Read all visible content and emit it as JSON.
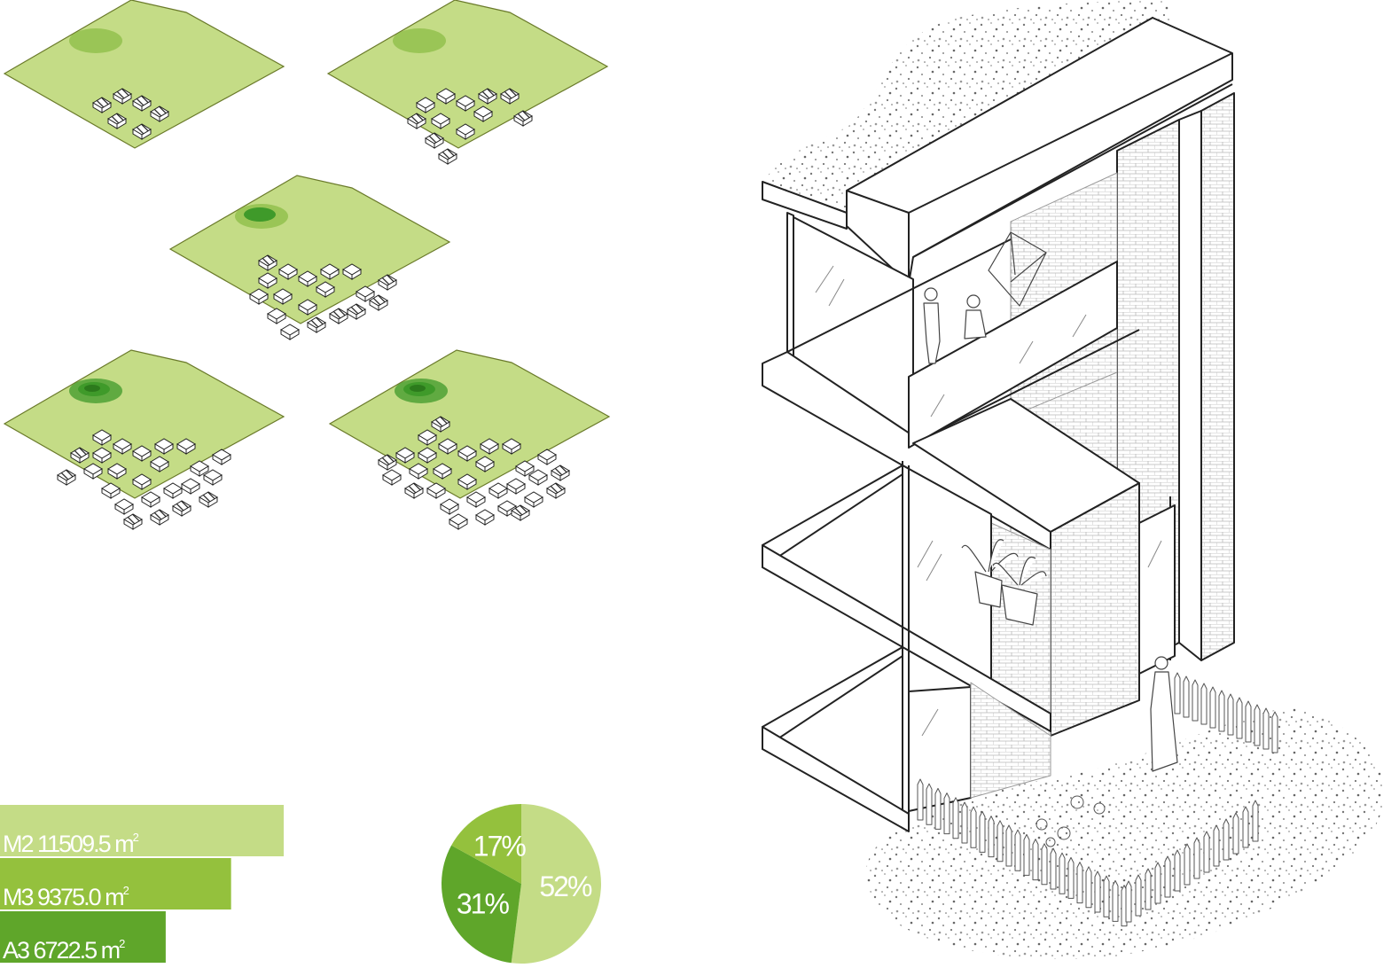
{
  "colors": {
    "ground": "#c4dc86",
    "ground_edge": "#6a7a2a",
    "park_light": "#8cbe45",
    "park_dark": "#3f9a2a",
    "bar_m2": "#c4dc86",
    "bar_m3": "#94c13d",
    "bar_a3": "#5fa62a",
    "line": "#222222"
  },
  "site_plans": {
    "count": 5,
    "stages": [
      {
        "stage": 1,
        "existing_blocks": 0,
        "new_blocks": 6,
        "park": "light"
      },
      {
        "stage": 2,
        "existing_blocks": 6,
        "new_blocks": 6,
        "park": "light"
      },
      {
        "stage": 3,
        "existing_blocks": 12,
        "new_blocks": 6,
        "park": "medium"
      },
      {
        "stage": 4,
        "existing_blocks": 18,
        "new_blocks": 6,
        "park": "dark"
      },
      {
        "stage": 5,
        "existing_blocks": 24,
        "new_blocks": 6,
        "park": "dark"
      }
    ]
  },
  "chart_data": [
    {
      "type": "bar",
      "orientation": "horizontal",
      "categories": [
        "M2",
        "M3",
        "A3"
      ],
      "values": [
        11509.5,
        9375.0,
        6722.5
      ],
      "unit": "m²",
      "labels": [
        {
          "code": "M2",
          "value": "11509.5",
          "unit": "m",
          "sup": "2"
        },
        {
          "code": "M3",
          "value": "9375.0",
          "unit": "m",
          "sup": "2"
        },
        {
          "code": "A3",
          "value": "6722.5",
          "unit": "m",
          "sup": "2"
        }
      ]
    },
    {
      "type": "pie",
      "values": [
        52,
        31,
        17
      ],
      "labels": [
        "52%",
        "31%",
        "17%"
      ]
    }
  ],
  "axonometric": {
    "elements": [
      "green-roof",
      "glass-balustrade",
      "brick-wall",
      "planters",
      "picket-fence",
      "garden"
    ]
  }
}
